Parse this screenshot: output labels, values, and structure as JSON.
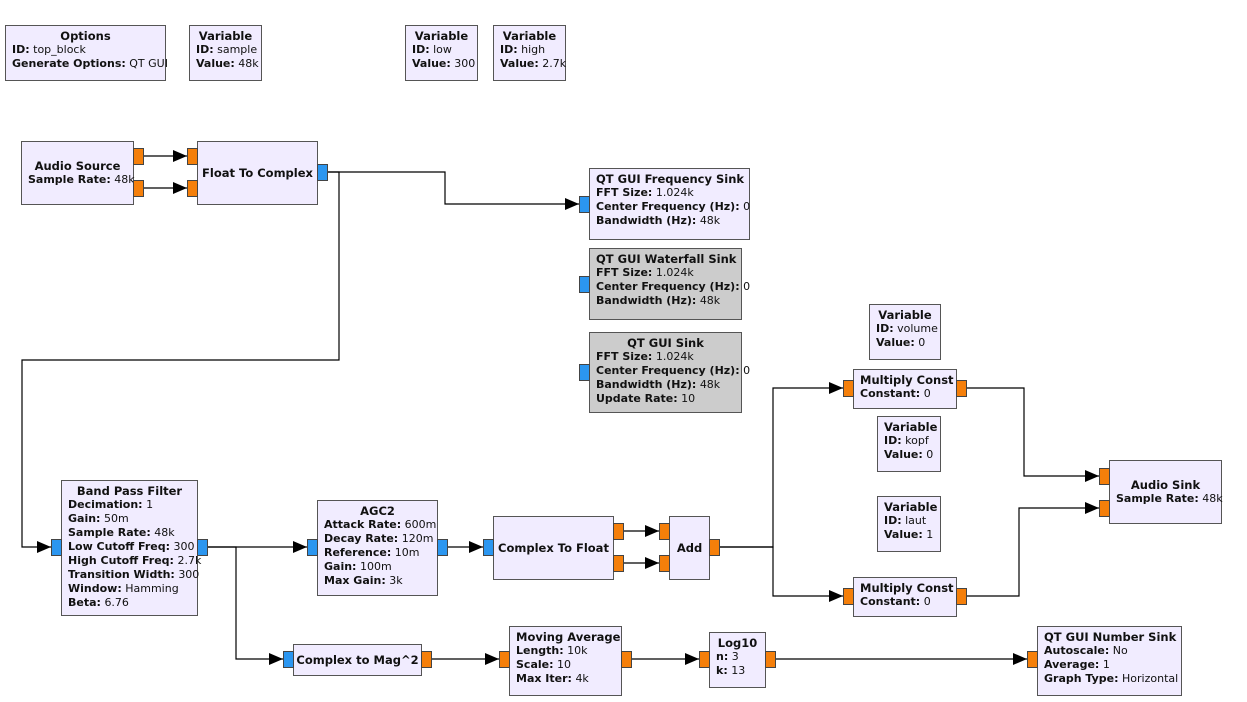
{
  "colors": {
    "block_bg": "#f1ecff",
    "disabled_block_bg": "#cccccc",
    "float_port": "#f57f0a",
    "complex_port": "#2b96f0",
    "wire": "#000000"
  },
  "blocks": [
    {
      "id": "options",
      "name": "options-block",
      "title": "Options",
      "params": [
        {
          "k": "ID:",
          "v": "top_block"
        },
        {
          "k": "Generate Options:",
          "v": "QT GUI"
        }
      ]
    },
    {
      "id": "var_sample",
      "name": "variable-sample-block",
      "title": "Variable",
      "params": [
        {
          "k": "ID:",
          "v": "sample"
        },
        {
          "k": "Value:",
          "v": "48k"
        }
      ]
    },
    {
      "id": "var_low",
      "name": "variable-low-block",
      "title": "Variable",
      "params": [
        {
          "k": "ID:",
          "v": "low"
        },
        {
          "k": "Value:",
          "v": "300"
        }
      ]
    },
    {
      "id": "var_high",
      "name": "variable-high-block",
      "title": "Variable",
      "params": [
        {
          "k": "ID:",
          "v": "high"
        },
        {
          "k": "Value:",
          "v": "2.7k"
        }
      ]
    },
    {
      "id": "audio_source",
      "name": "audio-source-block",
      "title": "Audio Source",
      "params": [
        {
          "k": "Sample Rate:",
          "v": "48k"
        }
      ]
    },
    {
      "id": "float_to_complex",
      "name": "float-to-complex-block",
      "title": "Float To Complex",
      "params": []
    },
    {
      "id": "freq_sink",
      "name": "qt-gui-frequency-sink-block",
      "title": "QT GUI Frequency Sink",
      "params": [
        {
          "k": "FFT Size:",
          "v": "1.024k"
        },
        {
          "k": "Center Frequency (Hz):",
          "v": "0"
        },
        {
          "k": "Bandwidth (Hz):",
          "v": "48k"
        }
      ]
    },
    {
      "id": "waterfall_sink",
      "name": "qt-gui-waterfall-sink-block",
      "title": "QT GUI Waterfall Sink",
      "disabled": true,
      "params": [
        {
          "k": "FFT Size:",
          "v": "1.024k"
        },
        {
          "k": "Center Frequency (Hz):",
          "v": "0"
        },
        {
          "k": "Bandwidth (Hz):",
          "v": "48k"
        }
      ]
    },
    {
      "id": "qt_sink",
      "name": "qt-gui-sink-block",
      "title": "QT GUI Sink",
      "disabled": true,
      "params": [
        {
          "k": "FFT Size:",
          "v": "1.024k"
        },
        {
          "k": "Center Frequency (Hz):",
          "v": "0"
        },
        {
          "k": "Bandwidth (Hz):",
          "v": "48k"
        },
        {
          "k": "Update Rate:",
          "v": "10"
        }
      ]
    },
    {
      "id": "var_volume",
      "name": "variable-volume-block",
      "title": "Variable",
      "params": [
        {
          "k": "ID:",
          "v": "volume"
        },
        {
          "k": "Value:",
          "v": "0"
        }
      ]
    },
    {
      "id": "mult1",
      "name": "multiply-const-block-1",
      "title": "Multiply Const",
      "params": [
        {
          "k": "Constant:",
          "v": "0"
        }
      ]
    },
    {
      "id": "var_kopf",
      "name": "variable-kopf-block",
      "title": "Variable",
      "params": [
        {
          "k": "ID:",
          "v": "kopf"
        },
        {
          "k": "Value:",
          "v": "0"
        }
      ]
    },
    {
      "id": "var_laut",
      "name": "variable-laut-block",
      "title": "Variable",
      "params": [
        {
          "k": "ID:",
          "v": "laut"
        },
        {
          "k": "Value:",
          "v": "1"
        }
      ]
    },
    {
      "id": "mult2",
      "name": "multiply-const-block-2",
      "title": "Multiply Const",
      "params": [
        {
          "k": "Constant:",
          "v": "0"
        }
      ]
    },
    {
      "id": "audio_sink",
      "name": "audio-sink-block",
      "title": "Audio Sink",
      "params": [
        {
          "k": "Sample Rate:",
          "v": "48k"
        }
      ]
    },
    {
      "id": "bpf",
      "name": "band-pass-filter-block",
      "title": "Band Pass Filter",
      "params": [
        {
          "k": "Decimation:",
          "v": "1"
        },
        {
          "k": "Gain:",
          "v": "50m"
        },
        {
          "k": "Sample Rate:",
          "v": "48k"
        },
        {
          "k": "Low Cutoff Freq:",
          "v": "300"
        },
        {
          "k": "High Cutoff Freq:",
          "v": "2.7k"
        },
        {
          "k": "Transition Width:",
          "v": "300"
        },
        {
          "k": "Window:",
          "v": "Hamming"
        },
        {
          "k": "Beta:",
          "v": "6.76"
        }
      ]
    },
    {
      "id": "agc2",
      "name": "agc2-block",
      "title": "AGC2",
      "params": [
        {
          "k": "Attack Rate:",
          "v": "600m"
        },
        {
          "k": "Decay Rate:",
          "v": "120m"
        },
        {
          "k": "Reference:",
          "v": "10m"
        },
        {
          "k": "Gain:",
          "v": "100m"
        },
        {
          "k": "Max Gain:",
          "v": "3k"
        }
      ]
    },
    {
      "id": "c2f",
      "name": "complex-to-float-block",
      "title": "Complex To Float",
      "params": []
    },
    {
      "id": "add",
      "name": "add-block",
      "title": "Add",
      "params": []
    },
    {
      "id": "c2mag",
      "name": "complex-to-mag2-block",
      "title": "Complex to Mag^2",
      "params": []
    },
    {
      "id": "movavg",
      "name": "moving-average-block",
      "title": "Moving Average",
      "params": [
        {
          "k": "Length:",
          "v": "10k"
        },
        {
          "k": "Scale:",
          "v": "10"
        },
        {
          "k": "Max Iter:",
          "v": "4k"
        }
      ]
    },
    {
      "id": "log10",
      "name": "log10-block",
      "title": "Log10",
      "params": [
        {
          "k": "n:",
          "v": "3"
        },
        {
          "k": "k:",
          "v": "13"
        }
      ]
    },
    {
      "id": "number_sink",
      "name": "qt-gui-number-sink-block",
      "title": "QT GUI Number Sink",
      "params": [
        {
          "k": "Autoscale:",
          "v": "No"
        },
        {
          "k": "Average:",
          "v": "1"
        },
        {
          "k": "Graph Type:",
          "v": "Horizontal"
        }
      ]
    }
  ]
}
